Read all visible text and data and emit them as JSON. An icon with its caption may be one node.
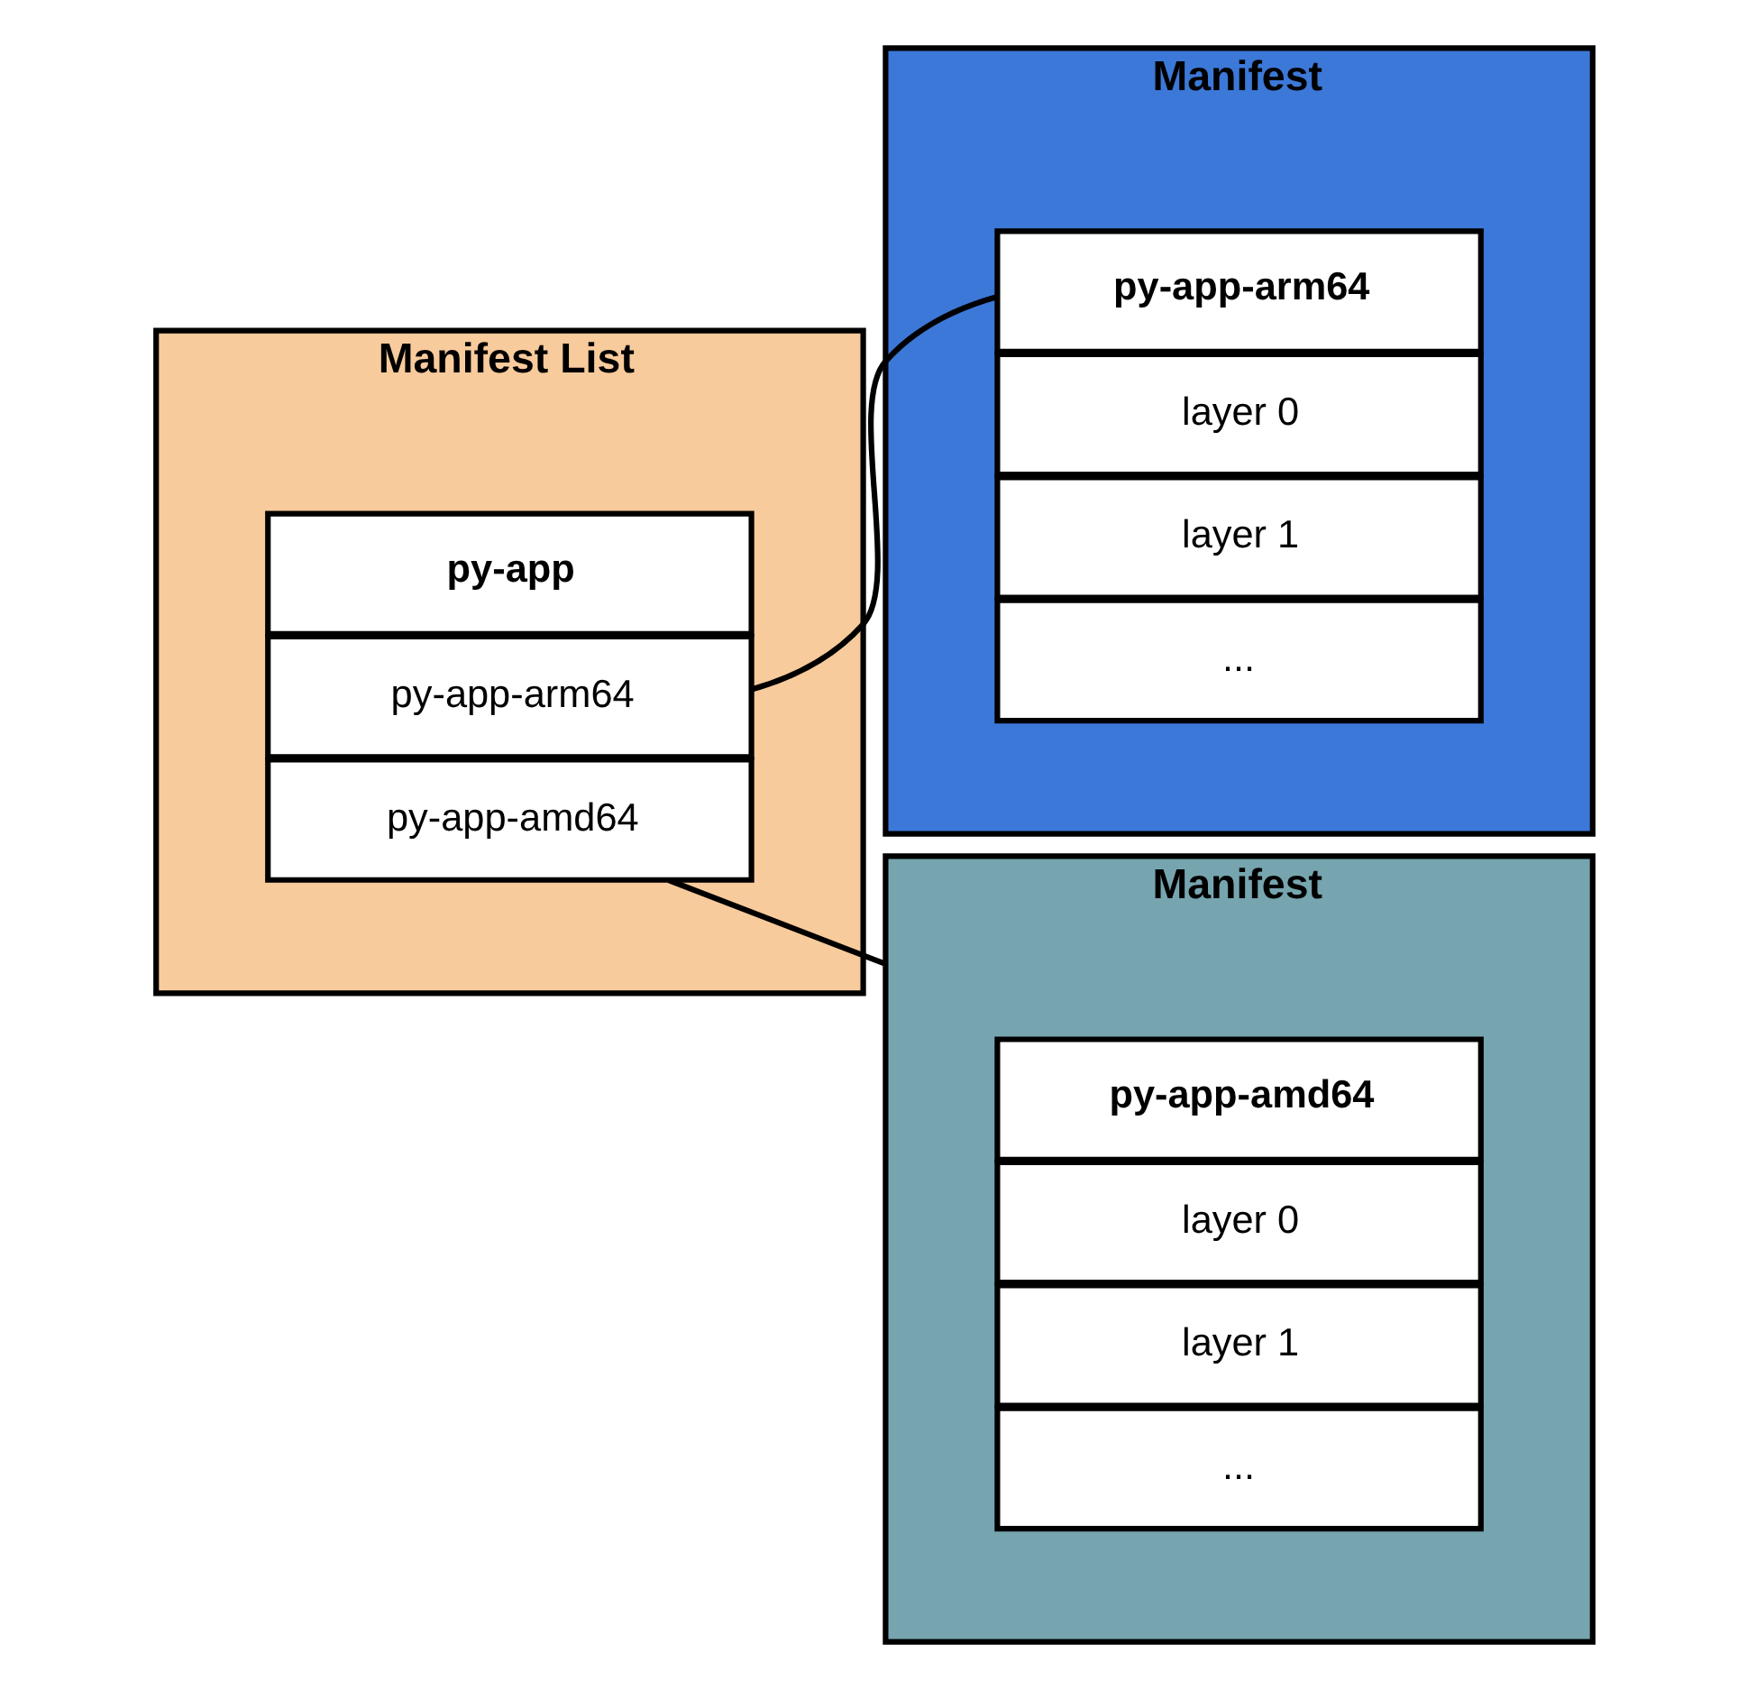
{
  "diagram": {
    "nodes": [
      {
        "text": [
          "Manifest List"
        ]
      },
      {
        "text": [
          "py-app"
        ],
        "in": 0
      },
      {
        "text": [
          "py-app-arm64"
        ],
        "in": 0
      },
      {
        "text": [
          "py-app-amd64"
        ],
        "in": 0
      },
      {
        "text": [
          "Manifest"
        ]
      },
      {
        "text": [
          "py-app-arm64"
        ],
        "in": 4
      },
      {
        "text": [
          "layer 0"
        ],
        "in": 4
      },
      {
        "text": [
          "layer 1"
        ],
        "in": 4
      },
      {
        "text": [
          "..."
        ],
        "in": 4
      },
      {
        "text": [
          "Manifest"
        ]
      },
      {
        "text": [
          "py-app-amd64"
        ],
        "in": 9
      },
      {
        "text": [
          "layer 0"
        ],
        "in": 9
      },
      {
        "text": [
          "layer 1"
        ],
        "in": 9
      },
      {
        "text": [
          "..."
        ],
        "in": 9
      }
    ],
    "edges": [
      {
        "from": 2,
        "to": 5,
        "arrow": "none"
      },
      {
        "from": 3,
        "to": 9,
        "arrow": "none"
      }
    ]
  }
}
